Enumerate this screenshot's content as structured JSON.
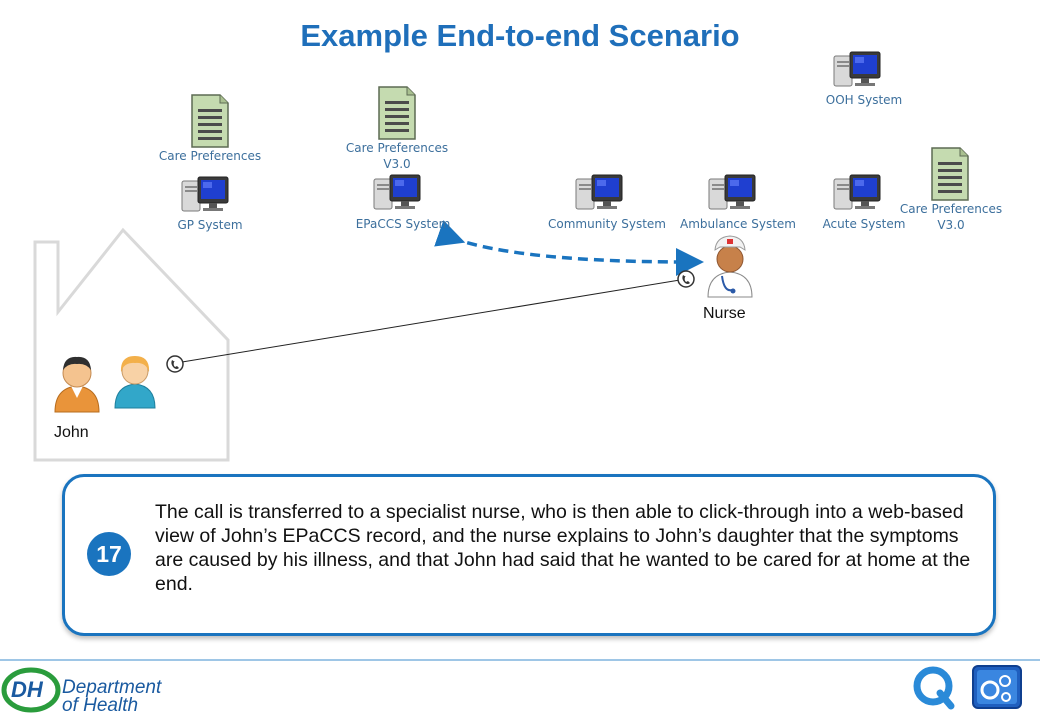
{
  "title": "Example End-to-end Scenario",
  "systems": {
    "gp": "GP System",
    "epaccs": "EPaCCS System",
    "community": "Community System",
    "ambulance": "Ambulance System",
    "acute": "Acute System",
    "ooh": "OOH System"
  },
  "documents": {
    "gp_doc": "Care Preferences",
    "epaccs_doc_line1": "Care Preferences",
    "epaccs_doc_line2": "V3.0",
    "acute_doc_line1": "Care Preferences",
    "acute_doc_line2": "V3.0"
  },
  "people": {
    "nurse": "Nurse",
    "patient": "John"
  },
  "callout": {
    "step_number": "17",
    "text": "The call is transferred to a specialist nurse, who is then able to click-through into a web-based view of John’s EPaCCS record, and the nurse explains to John’s daughter that the symptoms are caused by his illness, and that John had said that he wanted to be cared for at home at the end."
  },
  "footer": {
    "logo_abbrev": "DH",
    "logo_line1": "Department",
    "logo_line2": "of Health"
  },
  "colors": {
    "title_blue": "#1f6fba",
    "label_blue": "#3c6f9c",
    "callout_border": "#1a74bf",
    "doc_green": "#c5dbb0",
    "dashed_arrow": "#1a74bf"
  }
}
